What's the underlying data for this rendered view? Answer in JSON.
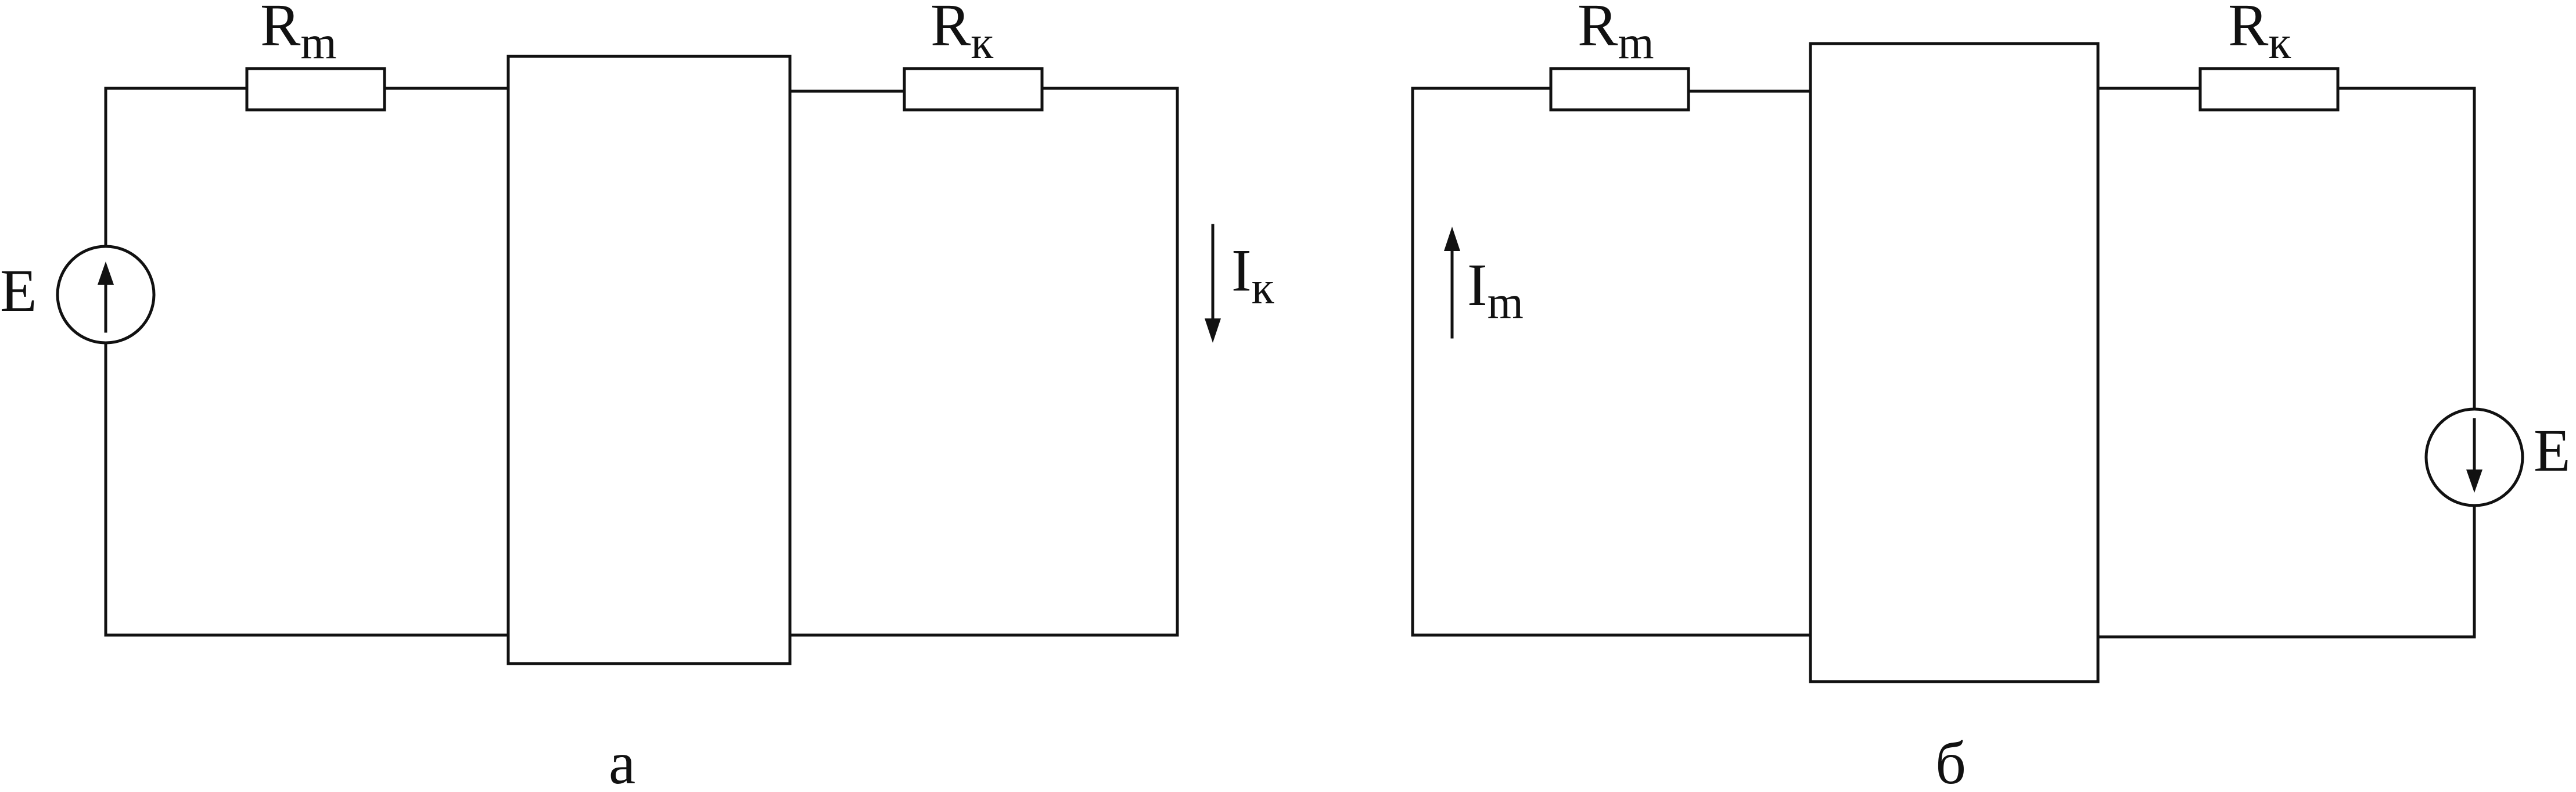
{
  "colors": {
    "stroke": "#111111",
    "background": "#ffffff"
  },
  "circuit_a": {
    "caption": "а",
    "source_label": "E",
    "resistor_left": {
      "main": "R",
      "sub": "m"
    },
    "resistor_right": {
      "main": "R",
      "sub": "к"
    },
    "current": {
      "main": "I",
      "sub": "к"
    }
  },
  "circuit_b": {
    "caption": "б",
    "source_label": "E",
    "resistor_left": {
      "main": "R",
      "sub": "m"
    },
    "resistor_right": {
      "main": "R",
      "sub": "к"
    },
    "current": {
      "main": "I",
      "sub": "m"
    }
  }
}
